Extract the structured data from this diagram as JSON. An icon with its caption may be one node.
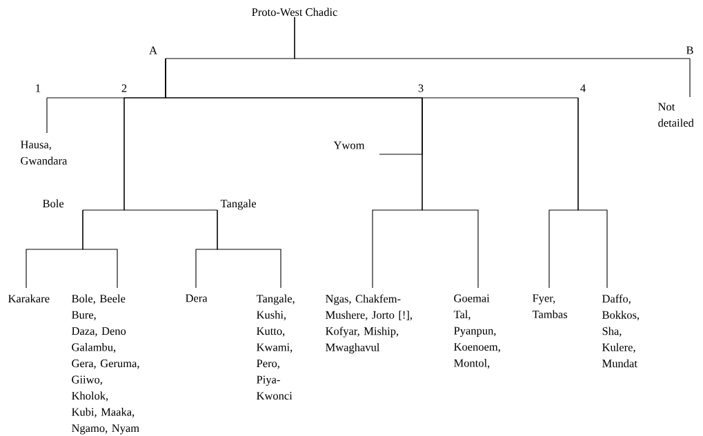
{
  "diagram": {
    "nodes": [
      {
        "text": [
          "Proto-West Chadic"
        ]
      },
      {
        "text": [
          "A"
        ]
      },
      {
        "text": [
          "B"
        ]
      },
      {
        "text": [
          "1"
        ]
      },
      {
        "text": [
          "2"
        ]
      },
      {
        "text": [
          "3"
        ]
      },
      {
        "text": [
          "4"
        ]
      },
      {
        "text": [
          "Hausa, Gwandara"
        ]
      },
      {
        "text": [
          "Not detailed"
        ]
      },
      {
        "text": [
          "Bole"
        ]
      },
      {
        "text": [
          "Tangale"
        ]
      },
      {
        "text": [
          "Ywom"
        ]
      },
      {
        "text": [
          "Karakare"
        ]
      },
      {
        "text": [
          "Bole, Beele Bure, Daza, Deno Galambu, Gera, Geruma, Giiwo, Kholok, Kubi, Maaka, Ngamo, Nyam"
        ]
      },
      {
        "text": [
          "Dera"
        ]
      },
      {
        "text": [
          "Tangale, Kushi, Kutto, Kwami, Pero, Piya-Kwonci"
        ]
      },
      {
        "text": [
          "Ngas, Chakfem-Mushere, Jorto [!], Kofyar, Miship, Mwaghavul"
        ]
      },
      {
        "text": [
          "Goemai Tal, Pyanpun, Koenoem, Montol,"
        ]
      },
      {
        "text": [
          "Fyer, Tambas"
        ]
      },
      {
        "text": [
          "Daffo, Bokkos, Sha, Kulere, Mundat"
        ]
      }
    ],
    "edges": [
      {
        "from": 0,
        "to": 1,
        "arrow": "none"
      },
      {
        "from": 0,
        "to": 2,
        "arrow": "none"
      },
      {
        "from": 2,
        "to": 8,
        "arrow": "none"
      },
      {
        "from": 1,
        "to": 3,
        "arrow": "none"
      },
      {
        "from": 3,
        "to": 7,
        "arrow": "none"
      },
      {
        "from": 1,
        "to": 4,
        "arrow": "none"
      },
      {
        "from": 4,
        "to": 9,
        "arrow": "none"
      },
      {
        "from": 4,
        "to": 10,
        "arrow": "none"
      },
      {
        "from": 9,
        "to": 12,
        "arrow": "none"
      },
      {
        "from": 9,
        "to": 13,
        "arrow": "none"
      },
      {
        "from": 10,
        "to": 14,
        "arrow": "none"
      },
      {
        "from": 10,
        "to": 15,
        "arrow": "none"
      },
      {
        "from": 1,
        "to": 5,
        "arrow": "none"
      },
      {
        "from": 5,
        "to": 11,
        "arrow": "none"
      },
      {
        "from": 5,
        "to": 16,
        "arrow": "none"
      },
      {
        "from": 5,
        "to": 17,
        "arrow": "none"
      },
      {
        "from": 1,
        "to": 6,
        "arrow": "none"
      },
      {
        "from": 6,
        "to": 18,
        "arrow": "none"
      },
      {
        "from": 6,
        "to": 19,
        "arrow": "none"
      }
    ]
  }
}
